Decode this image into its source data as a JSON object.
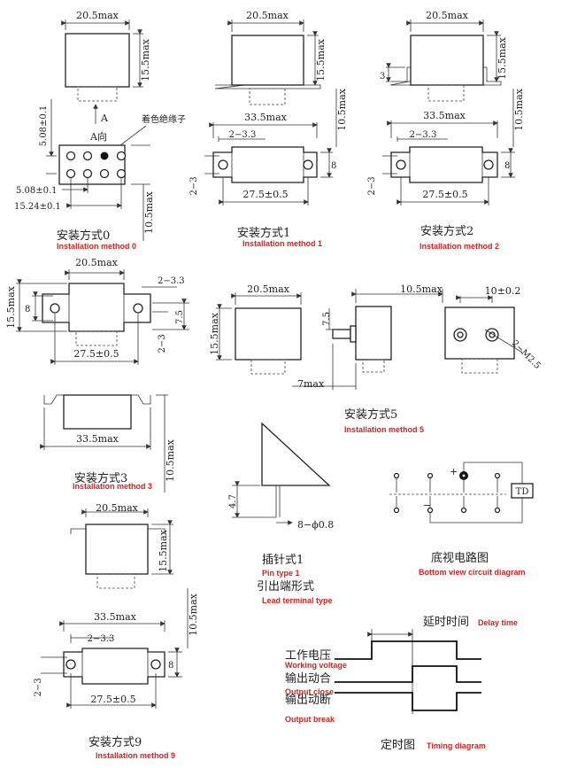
{
  "dims": {
    "w_20_5": "20.5max",
    "w_33_5": "33.5max",
    "w_10_5": "10.5max",
    "h_15_5": "15.5max",
    "h_10_5": "10.5max",
    "w_7": "7max",
    "d_5_08_pm": "5.08±0.1",
    "d_15_24_pm": "15.24±0.1",
    "d_27_5_pm": "27.5±0.5",
    "d_10_pm": "10±0.2",
    "d_2_3_3": "2−3.3",
    "d_2_3": "2−3",
    "d_8": "8",
    "d_7_5": "7.5",
    "d_3": "3",
    "d_4_7": "4.7",
    "d_m2_5": "2−M2.5",
    "d_pin": "8−ϕ0.8",
    "view_a": "A",
    "view_a_dir": "A向",
    "insulator": "着色绝缘子"
  },
  "methods": {
    "m0": {
      "cn": "安装方式0",
      "en": "Installation method 0"
    },
    "m1": {
      "cn": "安装方式1",
      "en": "Installation method 1"
    },
    "m2": {
      "cn": "安装方式2",
      "en": "Installation method 2"
    },
    "m3": {
      "cn": "安装方式3",
      "en": "Installation method 3"
    },
    "m5": {
      "cn": "安装方式5",
      "en": "Installation method 5"
    },
    "m9": {
      "cn": "安装方式9",
      "en": "Installation method 9"
    }
  },
  "pin": {
    "cn": "插针式1",
    "en": "Pin type 1",
    "lead_cn": "引出端形式",
    "lead_en": "Lead terminal type"
  },
  "circuit": {
    "cn": "底视电路图",
    "en": "Bottom view circuit diagram",
    "td": "TD",
    "plus": "+",
    "minus": "−"
  },
  "timing": {
    "delay_cn": "延时时间",
    "delay_en": "Delay time",
    "voltage_cn": "工作电压",
    "voltage_en": "Working voltage",
    "close_cn": "输出动合",
    "close_en": "Output close",
    "break_cn": "输出动断",
    "break_en": "Output break",
    "title_cn": "定时图",
    "title_en": "Timing diagram"
  }
}
